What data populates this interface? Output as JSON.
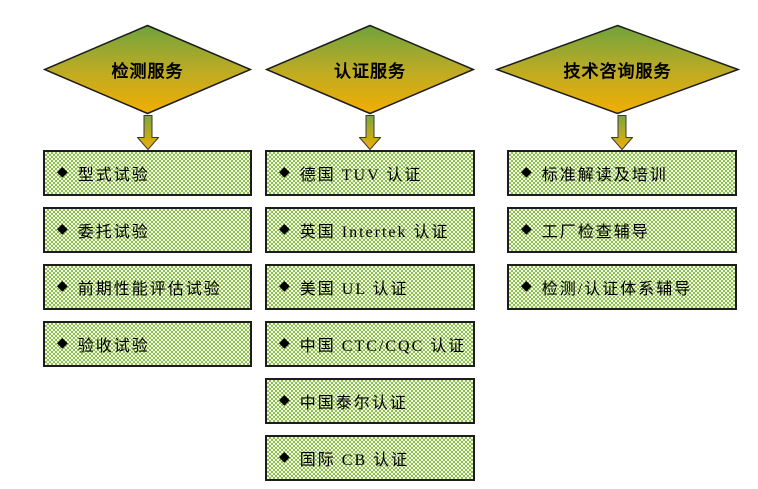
{
  "bullet": "◆",
  "colors": {
    "diamond_gradient_top": "#6FA33C",
    "diamond_gradient_mid": "#BBAB25",
    "diamond_gradient_bottom": "#F2AE02",
    "box_pattern_green": "#8dc04e",
    "box_pattern_light": "#f3f7e6",
    "outline_black": "#1c1c1c",
    "text_black": "#000000"
  },
  "columns": [
    {
      "header": "检测服务",
      "items": [
        "型式试验",
        "委托试验",
        "前期性能评估试验",
        "验收试验"
      ]
    },
    {
      "header": "认证服务",
      "items": [
        "德国 TUV 认证",
        "英国 Intertek 认证",
        "美国 UL 认证",
        "中国 CTC/CQC 认证",
        "中国泰尔认证",
        "国际 CB 认证"
      ]
    },
    {
      "header": "技术咨询服务",
      "items": [
        "标准解读及培训",
        "工厂检查辅导",
        "检测/认证体系辅导"
      ]
    }
  ]
}
